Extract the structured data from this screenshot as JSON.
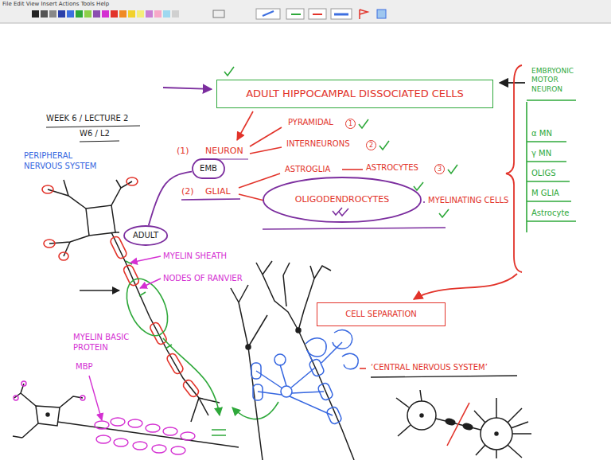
{
  "diagram": {
    "nodes": [
      {
        "text": [
          "ADULT HIPPOCAMPAL DISSOCIATED CELLS"
        ]
      },
      {
        "text": [
          "EMB"
        ]
      },
      {
        "text": [
          "ADULT"
        ]
      },
      {
        "text": [
          "OLIGODENDROCYTES"
        ]
      },
      {
        "text": [
          "CELL SEPARATION"
        ]
      }
    ],
    "edges": [
      {
        "from": 2,
        "to": 1,
        "arrow": "none"
      }
    ],
    "labels": [
      "File Edit View Insert Actions Tools Help",
      "WEEK 6 / LECTURE 2",
      "W6 / L2",
      "PERIPHERAL NERVOUS SYSTEM",
      "(1)",
      "NEURON",
      "(2)",
      "GLIAL",
      "PYRAMIDAL",
      "1",
      "INTERNEURONS",
      "2",
      "ASTROGLIA",
      "ASTROCYTES",
      "3",
      "MYELINATING CELLS",
      "EMBRYONIC MOTOR NEURON",
      "α MN",
      "γ MN",
      "OLIGS",
      "M GLIA",
      "Astrocyte",
      "MYELIN SHEATH",
      "NODES OF RANVIER",
      "MYELIN BASIC PROTEIN",
      "MBP",
      "‘CENTRAL NERVOUS SYSTEM’"
    ]
  }
}
